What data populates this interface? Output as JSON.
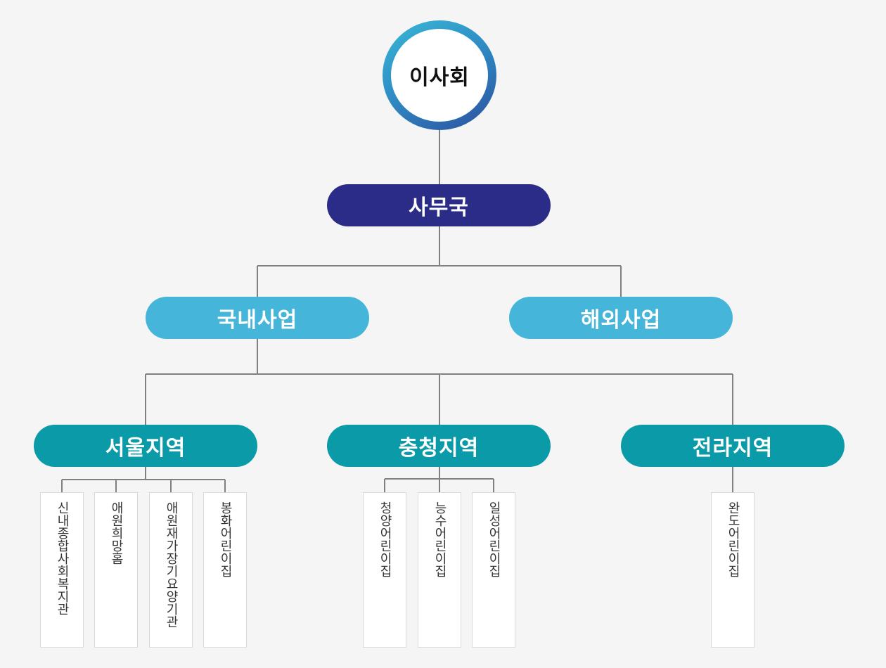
{
  "root": {
    "label": "이사회"
  },
  "secretariat": {
    "label": "사무국"
  },
  "divisions": [
    {
      "label": "국내사업"
    },
    {
      "label": "해외사업"
    }
  ],
  "regions": [
    {
      "label": "서울지역"
    },
    {
      "label": "충청지역"
    },
    {
      "label": "전라지역"
    }
  ],
  "units": [
    {
      "label": "신내종합사회복지관"
    },
    {
      "label": "애원희망홈"
    },
    {
      "label": "애원재가장기요양기관"
    },
    {
      "label": "봉화어린이집"
    },
    {
      "label": "청양어린이집"
    },
    {
      "label": "능수어린이집"
    },
    {
      "label": "일성어린이집"
    },
    {
      "label": "완도어린이집"
    }
  ],
  "colors": {
    "root_ring_start": "#39b9d6",
    "root_ring_end": "#2c4f9e",
    "secretariat": "#2b2c88",
    "division": "#45b5da",
    "region": "#0b9aa8",
    "connector": "#808080",
    "background": "#f5f5f5"
  }
}
